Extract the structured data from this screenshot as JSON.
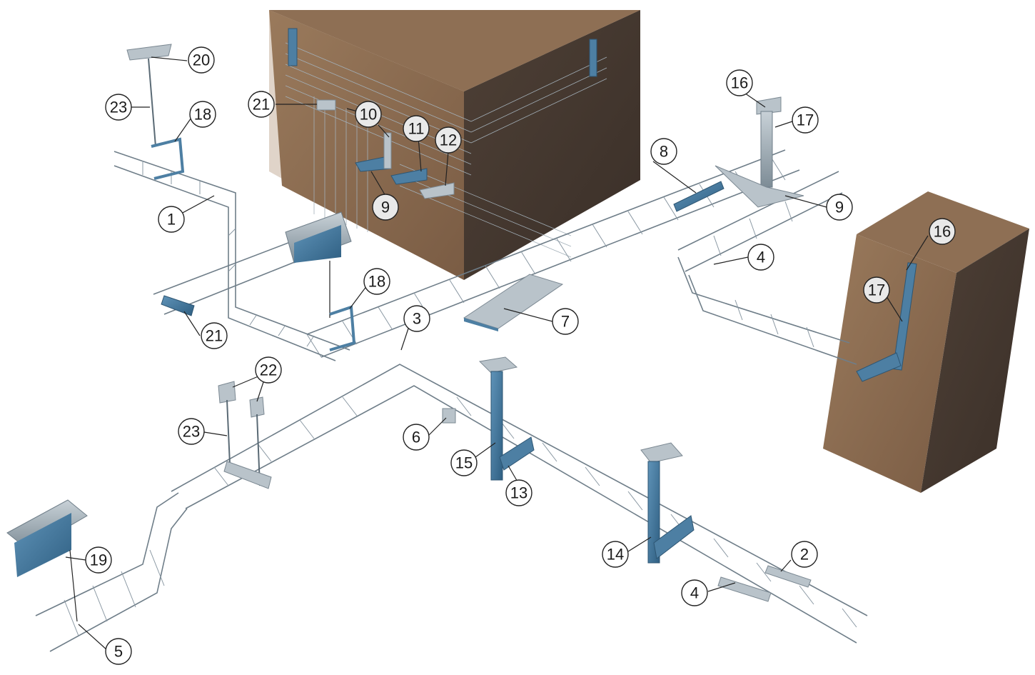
{
  "diagram": {
    "callouts": [
      {
        "id": "c1",
        "label": "1"
      },
      {
        "id": "c2",
        "label": "2"
      },
      {
        "id": "c3",
        "label": "3"
      },
      {
        "id": "c4a",
        "label": "4"
      },
      {
        "id": "c4b",
        "label": "4"
      },
      {
        "id": "c5",
        "label": "5"
      },
      {
        "id": "c6",
        "label": "6"
      },
      {
        "id": "c7",
        "label": "7"
      },
      {
        "id": "c8",
        "label": "8"
      },
      {
        "id": "c9a",
        "label": "9"
      },
      {
        "id": "c9b",
        "label": "9"
      },
      {
        "id": "c10",
        "label": "10"
      },
      {
        "id": "c11",
        "label": "11"
      },
      {
        "id": "c12",
        "label": "12"
      },
      {
        "id": "c13",
        "label": "13"
      },
      {
        "id": "c14",
        "label": "14"
      },
      {
        "id": "c15",
        "label": "15"
      },
      {
        "id": "c16a",
        "label": "16"
      },
      {
        "id": "c16b",
        "label": "16"
      },
      {
        "id": "c17a",
        "label": "17"
      },
      {
        "id": "c17b",
        "label": "17"
      },
      {
        "id": "c18a",
        "label": "18"
      },
      {
        "id": "c18b",
        "label": "18"
      },
      {
        "id": "c19",
        "label": "19"
      },
      {
        "id": "c20",
        "label": "20"
      },
      {
        "id": "c21a",
        "label": "21"
      },
      {
        "id": "c21b",
        "label": "21"
      },
      {
        "id": "c22",
        "label": "22"
      },
      {
        "id": "c23a",
        "label": "23"
      },
      {
        "id": "c23b",
        "label": "23"
      }
    ],
    "colors": {
      "concrete_light": "#8a6a4e",
      "concrete_dark": "#4a3b30",
      "tray_wire": "#8a98a3",
      "steel_blue": "#4d7fa3",
      "steel_grey": "#b9c3ca"
    }
  }
}
